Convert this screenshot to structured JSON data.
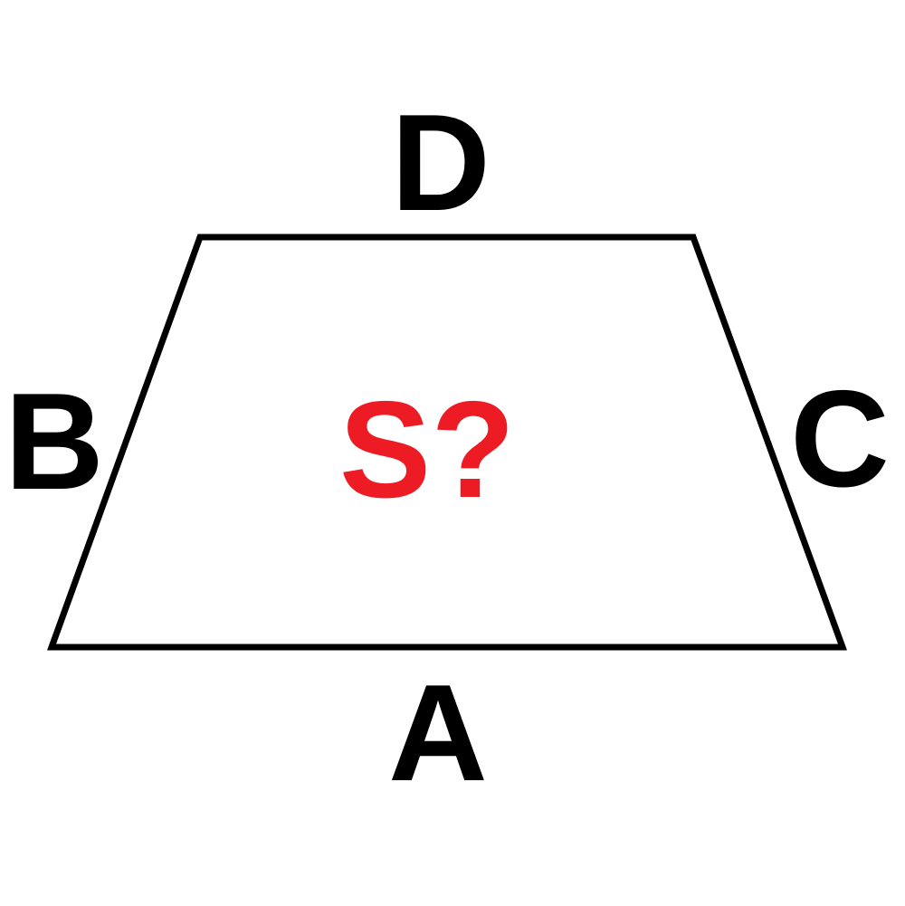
{
  "colors": {
    "background": "#ffffff",
    "outline": "#000000",
    "labels": "#000000",
    "area_label": "#ed1c24"
  },
  "shape": "trapezoid",
  "labels": {
    "top_side": "D",
    "left_side": "B",
    "right_side": "C",
    "bottom_side": "A",
    "area": "S?"
  }
}
